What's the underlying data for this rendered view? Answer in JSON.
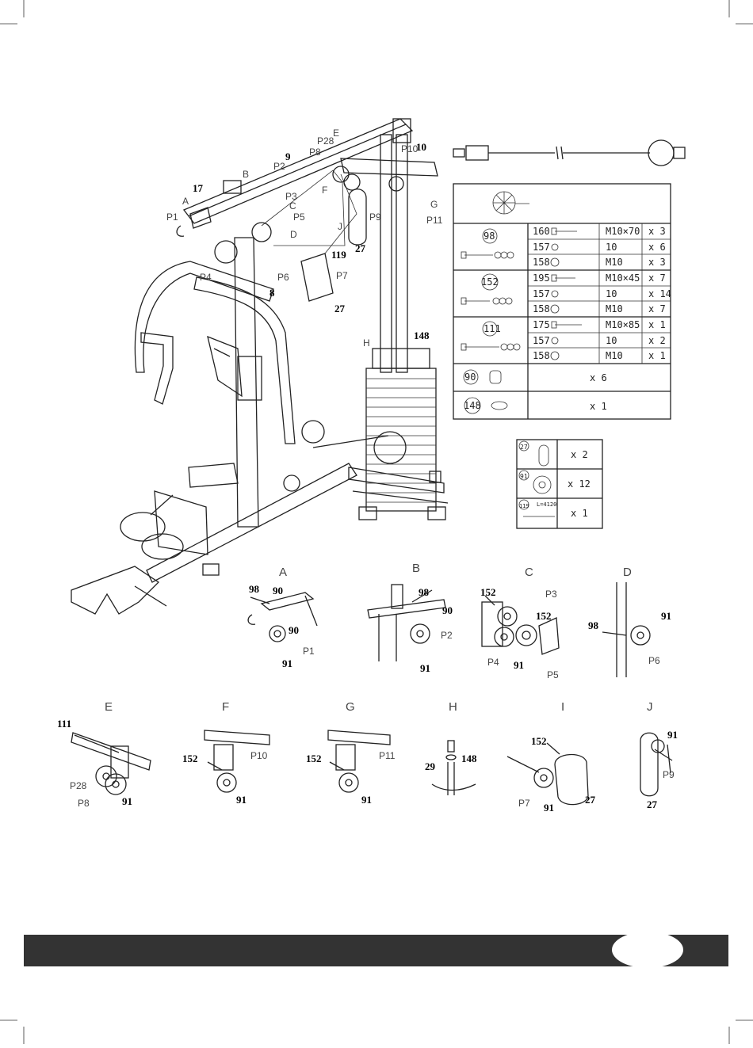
{
  "main_labels": {
    "P28": "P28",
    "E_top": "E",
    "P10": "P10",
    "n10": "10",
    "n9": "9",
    "P8": "P8",
    "P2": "P2",
    "n17": "17",
    "B_top": "B",
    "P3": "P3",
    "C_top": "C",
    "A_top": "A",
    "P1": "P1",
    "P5": "P5",
    "F_top": "F",
    "G_top": "G",
    "P11": "P11",
    "P9": "P9",
    "J_top": "J",
    "n27a": "27",
    "D_top": "D",
    "n119": "119",
    "P7": "P7",
    "P4": "P4",
    "P6": "P6",
    "n8": "8",
    "n27b": "27",
    "n148": "148",
    "H_top": "H"
  },
  "hardware_table": {
    "groups": [
      {
        "id": "98",
        "rows": [
          {
            "part": "160",
            "size": "M10×70",
            "qty": "x 3"
          },
          {
            "part": "157",
            "size": "10",
            "qty": "x 6"
          },
          {
            "part": "158",
            "size": "M10",
            "qty": "x 3"
          }
        ]
      },
      {
        "id": "152",
        "rows": [
          {
            "part": "195",
            "size": "M10×45",
            "qty": "x 7"
          },
          {
            "part": "157",
            "size": "10",
            "qty": "x 14"
          },
          {
            "part": "158",
            "size": "M10",
            "qty": "x 7"
          }
        ]
      },
      {
        "id": "111",
        "rows": [
          {
            "part": "175",
            "size": "M10×85",
            "qty": "x 1"
          },
          {
            "part": "157",
            "size": "10",
            "qty": "x 2"
          },
          {
            "part": "158",
            "size": "M10",
            "qty": "x 1"
          }
        ]
      }
    ],
    "extras": [
      {
        "id": "90",
        "qty": "x 6"
      },
      {
        "id": "148",
        "qty": "x 1"
      }
    ]
  },
  "small_table": [
    {
      "id": "27",
      "qty": "x 2"
    },
    {
      "id": "91",
      "qty": "x 12"
    },
    {
      "id": "119",
      "note": "L=4120",
      "qty": "x 1"
    }
  ],
  "details": {
    "A": {
      "title": "A",
      "labels": [
        "98",
        "90",
        "90",
        "91",
        "P1"
      ]
    },
    "B": {
      "title": "B",
      "labels": [
        "98",
        "90",
        "P2",
        "91"
      ]
    },
    "C": {
      "title": "C",
      "labels": [
        "152",
        "P3",
        "152",
        "P4",
        "91",
        "P5"
      ]
    },
    "D": {
      "title": "D",
      "labels": [
        "98",
        "91",
        "P6"
      ]
    },
    "E": {
      "title": "E",
      "labels": [
        "111",
        "P28",
        "P8",
        "91"
      ]
    },
    "F": {
      "title": "F",
      "labels": [
        "152",
        "P10",
        "91"
      ]
    },
    "G": {
      "title": "G",
      "labels": [
        "152",
        "P11",
        "91"
      ]
    },
    "H": {
      "title": "H",
      "labels": [
        "29",
        "148"
      ]
    },
    "I": {
      "title": "I",
      "labels": [
        "152",
        "P7",
        "91",
        "27"
      ]
    },
    "J": {
      "title": "J",
      "labels": [
        "91",
        "P9",
        "27"
      ]
    }
  }
}
